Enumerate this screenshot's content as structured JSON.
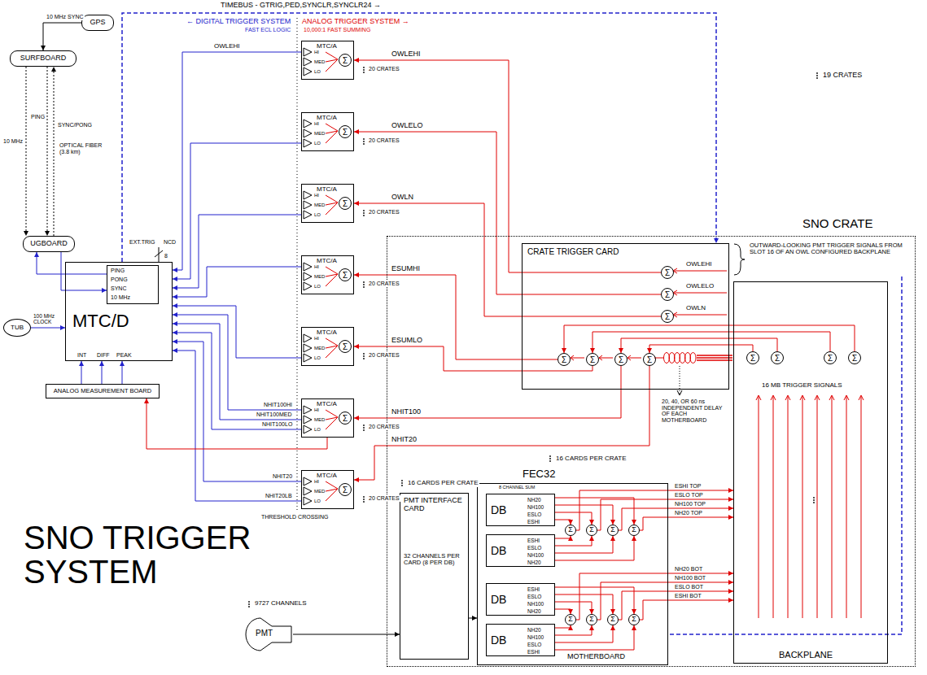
{
  "diagram": {
    "title": "SNO TRIGGER SYSTEM",
    "nodes": [
      {
        "text": [
          "GPS"
        ]
      },
      {
        "text": [
          "SURFBOARD"
        ]
      },
      {
        "text": [
          "UGBOARD"
        ]
      },
      {
        "text": [
          "MTC/D",
          "INT",
          "DIFF",
          "PEAK"
        ]
      },
      {
        "text": [
          "PING",
          "PONG",
          "SYNC",
          "10 MHz"
        ],
        "in": 3
      },
      {
        "text": [
          "TUB"
        ]
      },
      {
        "text": [
          "ANALOG MEASUREMENT BOARD"
        ]
      },
      {
        "text": [
          "MTC/A",
          "HI",
          "MED",
          "LO",
          "Σ"
        ]
      },
      {
        "text": [
          "MTC/A",
          "HI",
          "MED",
          "LO",
          "Σ"
        ]
      },
      {
        "text": [
          "MTC/A",
          "HI",
          "MED",
          "LO",
          "Σ"
        ]
      },
      {
        "text": [
          "MTC/A",
          "HI",
          "MED",
          "LO",
          "Σ"
        ]
      },
      {
        "text": [
          "MTC/A",
          "HI",
          "MED",
          "LO",
          "Σ"
        ]
      },
      {
        "text": [
          "MTC/A",
          "HI",
          "MED",
          "LO",
          "Σ"
        ]
      },
      {
        "text": [
          "MTC/A",
          "HI",
          "MED",
          "LO",
          "Σ"
        ]
      },
      {
        "text": [
          "SNO CRATE"
        ]
      },
      {
        "text": [
          "CRATE TRIGGER CARD"
        ],
        "in": 14
      },
      {
        "text": [
          "Σ"
        ],
        "in": 15
      },
      {
        "text": [
          "Σ"
        ],
        "in": 15
      },
      {
        "text": [
          "Σ"
        ],
        "in": 15
      },
      {
        "text": [
          "Σ"
        ],
        "in": 15
      },
      {
        "text": [
          "Σ"
        ],
        "in": 15
      },
      {
        "text": [
          "Σ"
        ],
        "in": 15
      },
      {
        "text": [
          "Σ"
        ],
        "in": 15
      },
      {
        "text": [
          "BACKPLANE"
        ],
        "in": 14
      },
      {
        "text": [
          "Σ"
        ],
        "in": 23
      },
      {
        "text": [
          "Σ"
        ],
        "in": 23
      },
      {
        "text": [
          "Σ"
        ],
        "in": 23
      },
      {
        "text": [
          "Σ"
        ],
        "in": 23
      },
      {
        "text": [
          "PMT INTERFACE CARD"
        ],
        "in": 14
      },
      {
        "text": [
          "FEC32",
          "MOTHERBOARD"
        ],
        "in": 14
      },
      {
        "text": [
          "DB",
          "NH20",
          "NH100",
          "ESLO",
          "ESHI"
        ],
        "in": 29
      },
      {
        "text": [
          "DB",
          "ESHI",
          "ESLO",
          "NH100",
          "NH20"
        ],
        "in": 29
      },
      {
        "text": [
          "DB",
          "ESHI",
          "ESLO",
          "NH100",
          "NH20"
        ],
        "in": 29
      },
      {
        "text": [
          "DB",
          "NH20",
          "NH100",
          "ESLO",
          "ESHI"
        ],
        "in": 29
      },
      {
        "text": [
          "Σ"
        ],
        "in": 29
      },
      {
        "text": [
          "Σ"
        ],
        "in": 29
      },
      {
        "text": [
          "Σ"
        ],
        "in": 29
      },
      {
        "text": [
          "Σ"
        ],
        "in": 29
      },
      {
        "text": [
          "Σ"
        ],
        "in": 29
      },
      {
        "text": [
          "Σ"
        ],
        "in": 29
      },
      {
        "text": [
          "Σ"
        ],
        "in": 29
      },
      {
        "text": [
          "Σ"
        ],
        "in": 29
      },
      {
        "text": [
          "PMT"
        ]
      }
    ],
    "edges": [
      {
        "from": 0,
        "to": 1,
        "arrow": "to",
        "label": "10 MHz SYNC"
      },
      {
        "from": 1,
        "to": 2,
        "arrow": "to",
        "label": "10 MHz"
      },
      {
        "from": 1,
        "to": 2,
        "arrow": "to",
        "label": "PING"
      },
      {
        "from": 2,
        "to": 1,
        "arrow": "to",
        "label": "SYNC/PONG"
      },
      {
        "from": 4,
        "to": 2,
        "arrow": "to"
      },
      {
        "from": 2,
        "to": 4,
        "arrow": "to"
      },
      {
        "from": 5,
        "to": 3,
        "arrow": "to",
        "label": "100 MHz CLOCK"
      },
      {
        "from": 6,
        "to": 3,
        "arrow": "to"
      },
      {
        "from": 6,
        "to": 3,
        "arrow": "to"
      },
      {
        "from": 6,
        "to": 3,
        "arrow": "to"
      },
      {
        "from": 7,
        "to": 3,
        "arrow": "to",
        "label": "OWLEHI"
      },
      {
        "from": 8,
        "to": 3,
        "arrow": "to"
      },
      {
        "from": 9,
        "to": 3,
        "arrow": "to"
      },
      {
        "from": 10,
        "to": 3,
        "arrow": "to"
      },
      {
        "from": 11,
        "to": 3,
        "arrow": "to"
      },
      {
        "from": 12,
        "to": 3,
        "arrow": "to",
        "label": "NHIT100HI"
      },
      {
        "from": 12,
        "to": 3,
        "arrow": "to",
        "label": "NHIT100MED"
      },
      {
        "from": 12,
        "to": 3,
        "arrow": "to",
        "label": "NHIT100LO"
      },
      {
        "from": 13,
        "to": 3,
        "arrow": "to",
        "label": "NHIT20"
      },
      {
        "from": 13,
        "to": 3,
        "arrow": "to",
        "label": "NHIT20LB"
      },
      {
        "from": 12,
        "to": 6,
        "arrow": "to"
      },
      {
        "from": 3,
        "to": 15,
        "arrow": "to",
        "label": "TIMEBUS - GTRIG,PED,SYNCLR,SYNCLR24 →"
      },
      {
        "from": 16,
        "to": 7,
        "arrow": "to",
        "label": "OWLEHI"
      },
      {
        "from": 17,
        "to": 8,
        "arrow": "to",
        "label": "OWLELO"
      },
      {
        "from": 18,
        "to": 9,
        "arrow": "to",
        "label": "OWLN"
      },
      {
        "from": 19,
        "to": 10,
        "arrow": "to",
        "label": "ESUMHI"
      },
      {
        "from": 20,
        "to": 11,
        "arrow": "to",
        "label": "ESUMLO"
      },
      {
        "from": 21,
        "to": 12,
        "arrow": "to",
        "label": "NHIT100"
      },
      {
        "from": 22,
        "to": 13,
        "arrow": "to",
        "label": "NHIT20"
      },
      {
        "from": 24,
        "to": 22,
        "arrow": "to"
      },
      {
        "from": 25,
        "to": 21,
        "arrow": "to"
      },
      {
        "from": 26,
        "to": 20,
        "arrow": "to"
      },
      {
        "from": 27,
        "to": 19,
        "arrow": "to"
      },
      {
        "from": 34,
        "to": 23,
        "arrow": "to",
        "label": "ESHI TOP"
      },
      {
        "from": 35,
        "to": 23,
        "arrow": "to",
        "label": "ESLO TOP"
      },
      {
        "from": 36,
        "to": 23,
        "arrow": "to",
        "label": "NH100 TOP"
      },
      {
        "from": 37,
        "to": 23,
        "arrow": "to",
        "label": "NH20 TOP"
      },
      {
        "from": 38,
        "to": 23,
        "arrow": "to",
        "label": "NH20 BOT"
      },
      {
        "from": 39,
        "to": 23,
        "arrow": "to",
        "label": "NH100 BOT"
      },
      {
        "from": 40,
        "to": 23,
        "arrow": "to",
        "label": "ESLO BOT"
      },
      {
        "from": 41,
        "to": 23,
        "arrow": "to",
        "label": "ESHI BOT"
      },
      {
        "from": 30,
        "to": 37,
        "arrow": "to"
      },
      {
        "from": 30,
        "to": 36,
        "arrow": "to"
      },
      {
        "from": 30,
        "to": 35,
        "arrow": "to"
      },
      {
        "from": 30,
        "to": 34,
        "arrow": "to"
      },
      {
        "from": 31,
        "to": 34,
        "arrow": "to"
      },
      {
        "from": 31,
        "to": 35,
        "arrow": "to"
      },
      {
        "from": 31,
        "to": 36,
        "arrow": "to"
      },
      {
        "from": 31,
        "to": 37,
        "arrow": "to"
      },
      {
        "from": 32,
        "to": 41,
        "arrow": "to"
      },
      {
        "from": 32,
        "to": 40,
        "arrow": "to"
      },
      {
        "from": 32,
        "to": 39,
        "arrow": "to"
      },
      {
        "from": 32,
        "to": 38,
        "arrow": "to"
      },
      {
        "from": 33,
        "to": 38,
        "arrow": "to"
      },
      {
        "from": 33,
        "to": 39,
        "arrow": "to"
      },
      {
        "from": 33,
        "to": 40,
        "arrow": "to"
      },
      {
        "from": 33,
        "to": 41,
        "arrow": "to"
      },
      {
        "from": 42,
        "to": 28,
        "arrow": "to"
      },
      {
        "from": 28,
        "to": 29,
        "arrow": "to"
      }
    ],
    "labels": [
      "← DIGITAL TRIGGER SYSTEM",
      "FAST ECL LOGIC",
      "ANALOG TRIGGER SYSTEM →",
      "10,000:1 FAST SUMMING",
      "OPTICAL FIBER (3.8 km)",
      "EXT.TRIG",
      "NCD",
      "8",
      "THRESHOLD CROSSING",
      "20 CRATES",
      "20 CRATES",
      "20 CRATES",
      "20 CRATES",
      "20 CRATES",
      "20 CRATES",
      "20 CRATES",
      "19 CRATES",
      "OWLEHI",
      "OWLELO",
      "OWLN",
      "OUTWARD-LOOKING PMT TRIGGER SIGNALS FROM SLOT 16 OF AN OWL CONFIGURED BACKPLANE",
      "20, 40, OR 60 ns INDEPENDENT DELAY OF EACH MOTHERBOARD",
      "16 MB TRIGGER SIGNALS",
      "16 CARDS PER CRATE",
      "16 CARDS PER CRATE",
      "32 CHANNELS PER CARD (8 PER DB)",
      "9727 CHANNELS",
      "8 CHANNEL SUM"
    ]
  }
}
